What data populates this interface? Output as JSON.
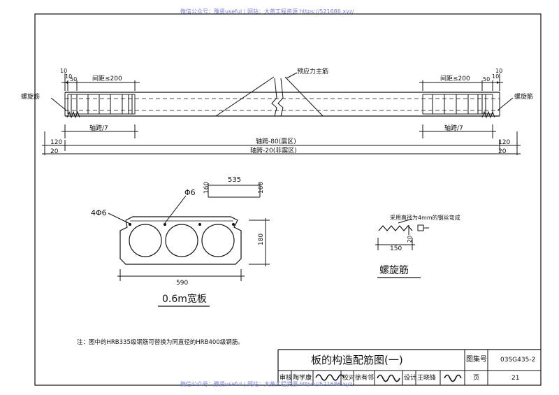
{
  "watermark_top": "微信公众号：豫贤useful  |  网站：大燕工程资源 https://521686.xyz/",
  "watermark_bottom": "微信公众号：豫贤useful  |  网站：大燕工程资源 https://521686.xyz/",
  "elevation": {
    "dim_10_left_a": "10",
    "dim_10_left_b": "10",
    "dim_50_left": "50",
    "spacing_left": "间距≤200",
    "spacing_right": "间距≤200",
    "dim_10_right_a": "10",
    "dim_10_right_b": "10",
    "dim_50_right": "50",
    "prestress_label": "预应力主筋",
    "spiral_left": "螺旋筋",
    "spiral_right": "螺旋筋",
    "axis7_left": "轴跨/7",
    "axis7_right": "轴跨/7",
    "dim_120_left": "120",
    "dim_120_right": "120",
    "axis_minus_80": "轴跨-80(震区)",
    "axis_minus_20": "轴跨-20(非震区)",
    "dim_20_left": "20",
    "dim_20_right": "20"
  },
  "section": {
    "dim_535": "535",
    "dim_160_left": "160",
    "dim_160_right": "160",
    "rebar_top": "Φ6",
    "rebar_left": "4Φ6",
    "dim_180": "180",
    "dim_590": "590",
    "title": "0.6m宽板"
  },
  "spiral_detail": {
    "note": "采用直径为4mm的钢丝弯成",
    "dim_20": "20",
    "dim_150": "150",
    "title": "螺旋筋"
  },
  "note": "注：图中的HRB335级钢筋可替换为同直径的HRB400级钢筋。",
  "title_block": {
    "drawing_title": "板的构造配筋图(一)",
    "atlas_label": "图集号",
    "atlas_no": "03SG435-2",
    "review_label": "审核",
    "reviewer": "陶学康",
    "check_label": "校对",
    "checker": "徐有邻",
    "design_label": "设计",
    "designer": "王晓锋",
    "page_label": "页",
    "page_no": "21"
  }
}
